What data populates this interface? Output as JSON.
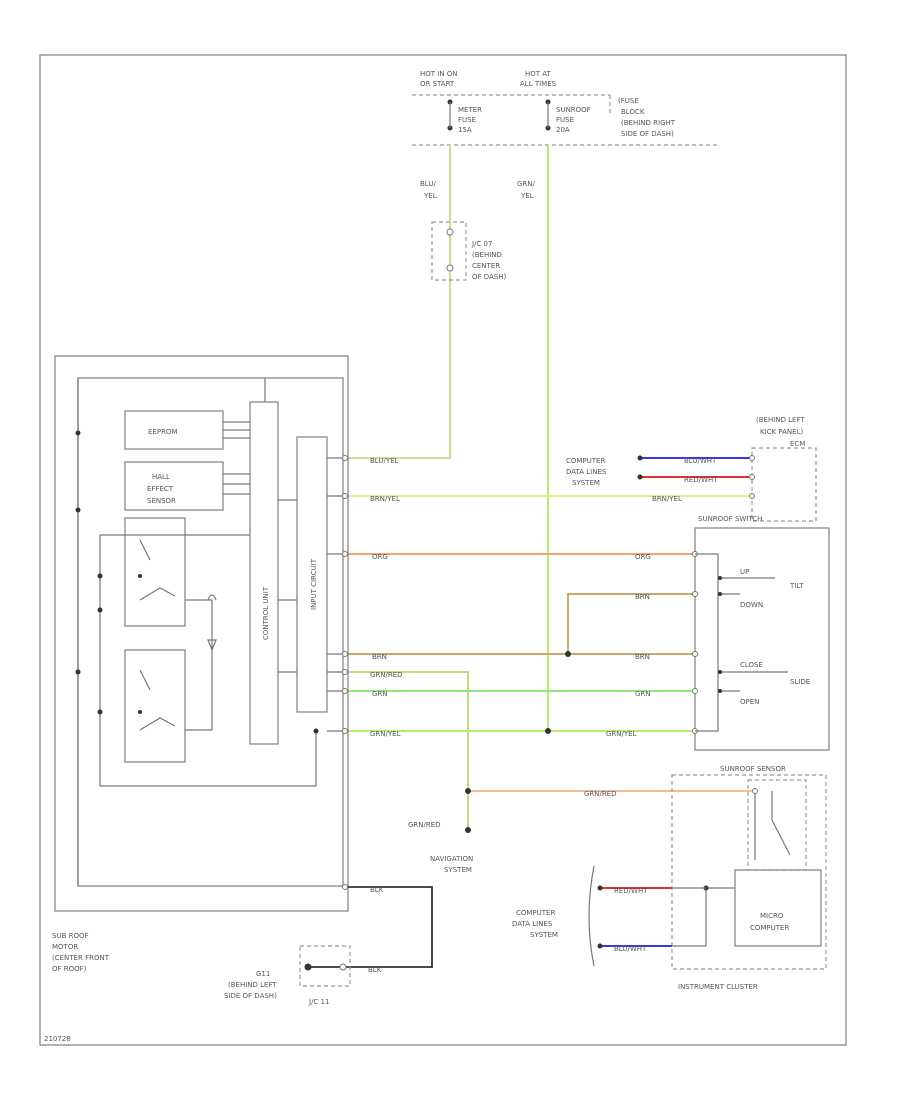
{
  "fuse": {
    "hot_run_start_1": "HOT IN ON",
    "hot_run_start_2": "OR START",
    "hot_all_1": "HOT AT",
    "hot_all_2": "ALL TIMES",
    "meter_fuse_1": "METER",
    "meter_fuse_2": "FUSE",
    "meter_fuse_3": "15A",
    "sunroof_fuse_1": "SUNROOF",
    "sunroof_fuse_2": "FUSE",
    "sunroof_fuse_3": "20A",
    "block_1": "(FUSE",
    "block_2": "BLOCK",
    "block_3": "(BEHIND RIGHT",
    "block_4": "SIDE OF DASH)"
  },
  "wires": {
    "blu_yel_1": "BLU/",
    "blu_yel_2": "YEL",
    "grn_yel_1": "GRN/",
    "grn_yel_2": "YEL",
    "blu_yel": "BLU/YEL",
    "brn_yel": "BRN/YEL",
    "org": "ORG",
    "brn": "BRN",
    "grn_red": "GRN/RED",
    "grn": "GRN",
    "grn_yel": "GRN/YEL",
    "blu_wht": "BLU/WHT",
    "red_wht": "RED/WHT",
    "red_wht_short": "RED/WHT",
    "blk": "BLK",
    "blu_wht_short": "BLU/WHT",
    "grn_red_label": "GRN/RED"
  },
  "junctions": {
    "jc_top_1": "J/C 07",
    "jc_top_2": "(BEHIND",
    "jc_top_3": "CENTER",
    "jc_top_4": "OF DASH)",
    "ground_1": "G11",
    "ground_2": "(BEHIND LEFT",
    "ground_3": "SIDE OF DASH)",
    "jc_bottom": "J/C 11"
  },
  "motor": {
    "eeprom": "EEPROM",
    "hall_1": "HALL",
    "hall_2": "EFFECT",
    "hall_3": "SENSOR",
    "control_unit": "CONTROL UNIT",
    "input_circuit": "INPUT CIRCUIT",
    "label_1": "SUB ROOF",
    "label_2": "MOTOR",
    "label_3": "(CENTER FRONT",
    "label_4": "OF ROOF)"
  },
  "ecm": {
    "title_1": "(BEHIND LEFT",
    "title_2": "KICK PANEL)",
    "title_3": "ECM",
    "data_1": "COMPUTER",
    "data_2": "DATA LINES",
    "data_3": "SYSTEM"
  },
  "switch": {
    "name": "SUNROOF SWITCH",
    "up": "UP",
    "tilt": "TILT",
    "down": "DOWN",
    "close": "CLOSE",
    "slide": "SLIDE",
    "open": "OPEN"
  },
  "navigation": {
    "line_1": "NAVIGATION",
    "line_2": "SYSTEM"
  },
  "cluster": {
    "sensor": "SUNROOF SENSOR",
    "micro_1": "MICRO",
    "micro_2": "COMPUTER",
    "data_1": "COMPUTER",
    "data_2": "DATA LINES",
    "data_3": "SYSTEM",
    "name": "INSTRUMENT CLUSTER"
  },
  "footer": {
    "code": "210728"
  },
  "colors": {
    "blu_yel": "#d8d890",
    "brn_yel": "#eeea88",
    "org": "#f2a36a",
    "brn": "#c9a86a",
    "grn_red": "#c8d880",
    "grn": "#8ee87a",
    "grn_yel": "#b8ee70",
    "blu_wht": "#3a3ae0",
    "red_wht": "#e03030",
    "blk": "#333333",
    "frame": "#888888"
  }
}
